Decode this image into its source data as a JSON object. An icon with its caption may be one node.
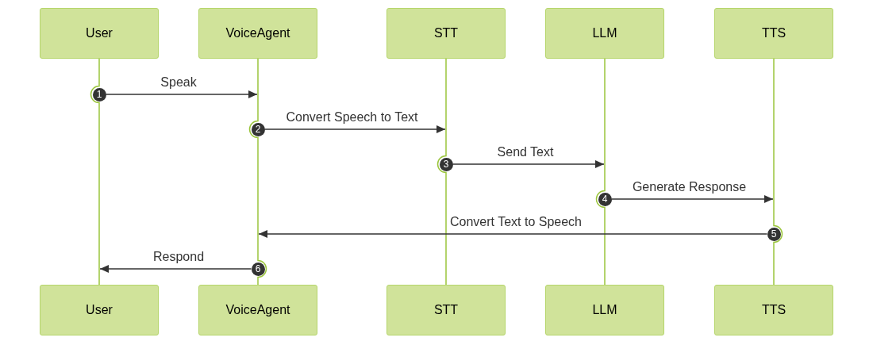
{
  "diagram": {
    "nodes": [
      {
        "text": [
          "User"
        ]
      },
      {
        "text": [
          "VoiceAgent"
        ]
      },
      {
        "text": [
          "STT"
        ]
      },
      {
        "text": [
          "LLM"
        ]
      },
      {
        "text": [
          "TTS"
        ]
      },
      {
        "text": [
          "User"
        ]
      },
      {
        "text": [
          "VoiceAgent"
        ]
      },
      {
        "text": [
          "STT"
        ]
      },
      {
        "text": [
          "LLM"
        ]
      },
      {
        "text": [
          "TTS"
        ]
      },
      {
        "text": [
          "1"
        ]
      },
      {
        "text": [
          "2"
        ]
      },
      {
        "text": [
          "3"
        ]
      },
      {
        "text": [
          "4"
        ]
      },
      {
        "text": [
          "5"
        ]
      },
      {
        "text": [
          "6"
        ]
      }
    ],
    "edges": [
      {
        "from": 0,
        "to": 5,
        "arrow": "none",
        "color": "#9bc53d"
      },
      {
        "from": 1,
        "to": 6,
        "arrow": "none",
        "color": "#9bc53d"
      },
      {
        "from": 2,
        "to": 7,
        "arrow": "none",
        "color": "#9bc53d"
      },
      {
        "from": 3,
        "to": 8,
        "arrow": "none",
        "color": "#9bc53d"
      },
      {
        "from": 4,
        "to": 9,
        "arrow": "none",
        "color": "#9bc53d"
      },
      {
        "from": 10,
        "to": null,
        "arrow": "to",
        "label": "Speak"
      },
      {
        "from": 11,
        "to": null,
        "arrow": "to",
        "label": "Convert Speech to Text"
      },
      {
        "from": 12,
        "to": null,
        "arrow": "to",
        "label": "Send Text"
      },
      {
        "from": 13,
        "to": null,
        "arrow": "to",
        "label": "Generate Response"
      },
      {
        "from": 14,
        "to": null,
        "arrow": "to",
        "label": "Convert Text to Speech"
      },
      {
        "from": 15,
        "to": 5,
        "arrow": "to",
        "label": "Respond"
      }
    ]
  }
}
